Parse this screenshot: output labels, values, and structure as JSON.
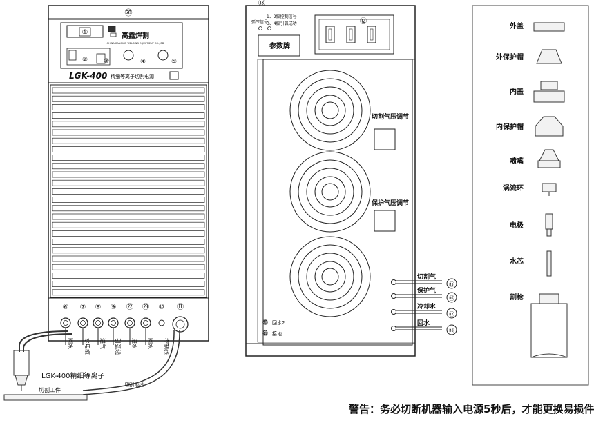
{
  "front_panel": {
    "callout_top": "⑳",
    "display_label": "①",
    "brand_name": "高鑫焊割",
    "brand_sub": "CHINA GANGXIN WELDING EQUIPMENT CO.,LTD",
    "model": "LGK-400",
    "model_desc": "精细等离子切割电源",
    "knob_labels": [
      "②",
      "③",
      "④",
      "⑤"
    ],
    "connector_callouts": [
      "⑥",
      "⑦",
      "⑧",
      "⑨",
      "㉒",
      "㉓",
      "⑩",
      "⑪"
    ],
    "connector_labels": [
      "回水",
      "水电缆",
      "进气",
      "引弧线",
      "进水",
      "回水",
      "控制线"
    ],
    "torch_label": "LGK-400精细等离子",
    "workpiece_label": "切割工件",
    "ground_label": "切割地线"
  },
  "back_panel": {
    "callout_top": "⑬",
    "signal_note_line1": "1、2脚控制信号",
    "signal_note_line2": "3、4脚引弧成功",
    "signal_title": "弧压信号",
    "socket_callout": "⑫",
    "nameplate": "参数牌",
    "cut_gas_adjust": "切割气压调节",
    "shield_gas_adjust": "保护气压调节",
    "ports": [
      {
        "label": "切割气",
        "callout": "⑮"
      },
      {
        "label": "保护气",
        "callout": "⑯"
      },
      {
        "label": "冷却水",
        "callout": "⑰"
      },
      {
        "label": "回水",
        "callout": "⑱"
      }
    ],
    "left_callout_1": "⑱",
    "left_label_1": "回水2",
    "left_callout_2": "⑲",
    "left_label_2": "接地"
  },
  "parts": [
    {
      "name": "外盖",
      "icon": "outer-cap-icon"
    },
    {
      "name": "外保护帽",
      "icon": "outer-shield-cap-icon"
    },
    {
      "name": "内盖",
      "icon": "inner-cap-icon"
    },
    {
      "name": "内保护帽",
      "icon": "inner-shield-cap-icon"
    },
    {
      "name": "喷嘴",
      "icon": "nozzle-icon"
    },
    {
      "name": "涡流环",
      "icon": "swirl-ring-icon"
    },
    {
      "name": "电极",
      "icon": "electrode-icon"
    },
    {
      "name": "水芯",
      "icon": "water-core-icon"
    },
    {
      "name": "割枪",
      "icon": "torch-icon"
    }
  ],
  "warning": "警告：务必切断机器输入电源5秒后，才能更换易损件！"
}
